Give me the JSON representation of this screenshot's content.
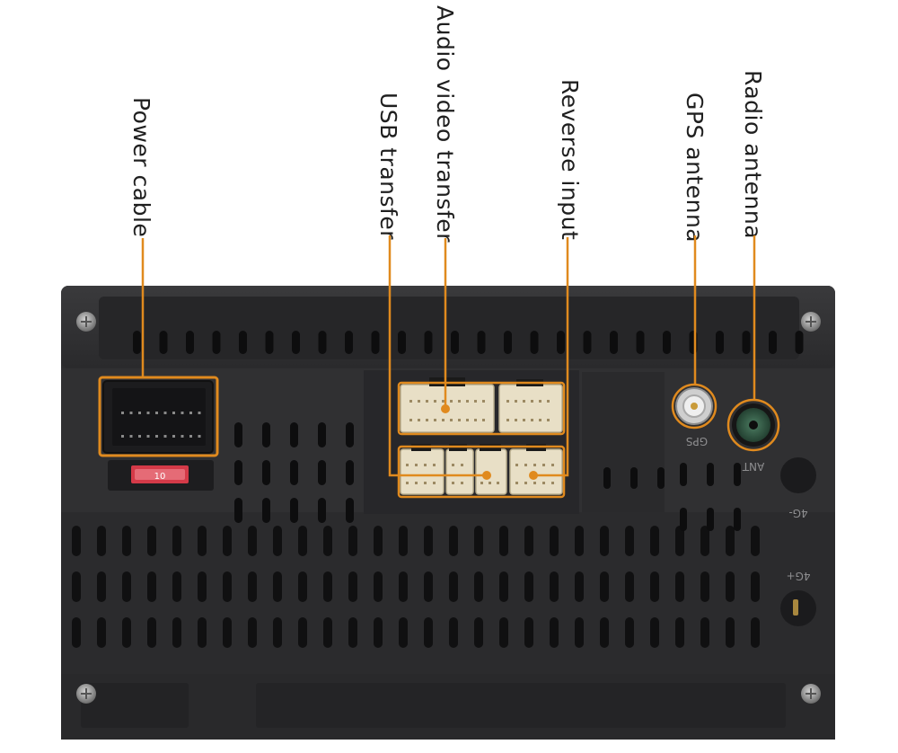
{
  "labels": {
    "power_cable": "Power cable",
    "usb_transfer": "USB transfer",
    "audio_video_transfer": "Audio video transfer",
    "reverse_input": "Reverse input",
    "gps_antenna": "GPS antenna",
    "radio_antenna": "Radio antenna"
  },
  "panel_marks": {
    "gps": "GPS",
    "ant": "ANT",
    "minus_4g": "4G-",
    "plus_4g": "4G+"
  },
  "fuse_text": "10",
  "colors": {
    "callout_orange": "#e08a1e",
    "chassis": "#2d2d2f",
    "connector_cream": "#e8dfc6",
    "fuse_red": "#d43a48",
    "antenna_green": "#2f5a44"
  }
}
